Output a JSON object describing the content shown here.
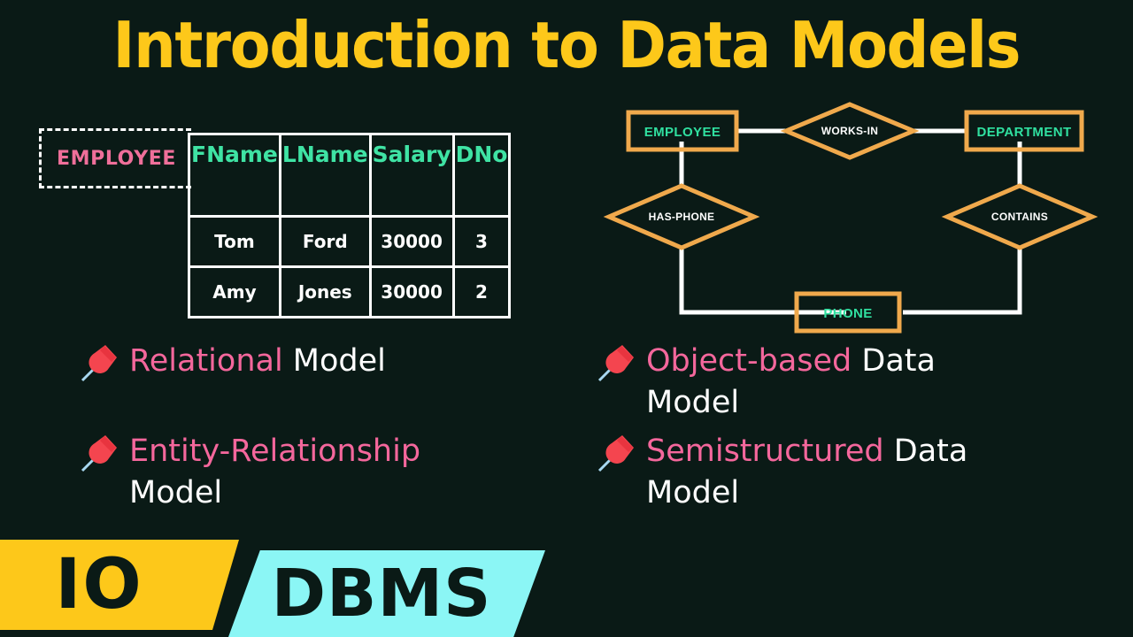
{
  "slide": {
    "title": "Introduction to Data Models",
    "background_color": "#0a1a16",
    "title_color": "#fdc81a"
  },
  "relation_example": {
    "relation_name": "EMPLOYEE",
    "relation_name_color": "#ef6f9a",
    "header_color": "#3fe3a4",
    "columns": [
      "FName",
      "LName",
      "Salary",
      "DNo"
    ],
    "rows": [
      [
        "Tom",
        "Ford",
        "30000",
        "3"
      ],
      [
        "Amy",
        "Jones",
        "30000",
        "2"
      ]
    ]
  },
  "er_diagram": {
    "entity_color": "#f0a94c",
    "entity_text_color": "#30e0a0",
    "relationship_text_color": "#ffffff",
    "line_color": "#ffffff",
    "entities": [
      {
        "label": "EMPLOYEE"
      },
      {
        "label": "DEPARTMENT"
      },
      {
        "label": "PHONE"
      }
    ],
    "relationships": [
      {
        "label": "WORKS-IN"
      },
      {
        "label": "HAS-PHONE"
      },
      {
        "label": "CONTAINS"
      }
    ]
  },
  "models": [
    {
      "icon": "pushpin-icon",
      "highlight": "Relational",
      "rest": " Model"
    },
    {
      "icon": "pushpin-icon",
      "highlight": "Entity-Relationship",
      "rest": " Model"
    },
    {
      "icon": "pushpin-icon",
      "highlight": "Object-based",
      "rest": " Data Model"
    },
    {
      "icon": "pushpin-icon",
      "highlight": "Semistructured",
      "rest": " Data Model"
    }
  ],
  "footer": {
    "badge_number": "IO",
    "badge_number_color": "#fdc81a",
    "badge_subject": "DBMS",
    "badge_subject_color": "#8bf6f5"
  }
}
